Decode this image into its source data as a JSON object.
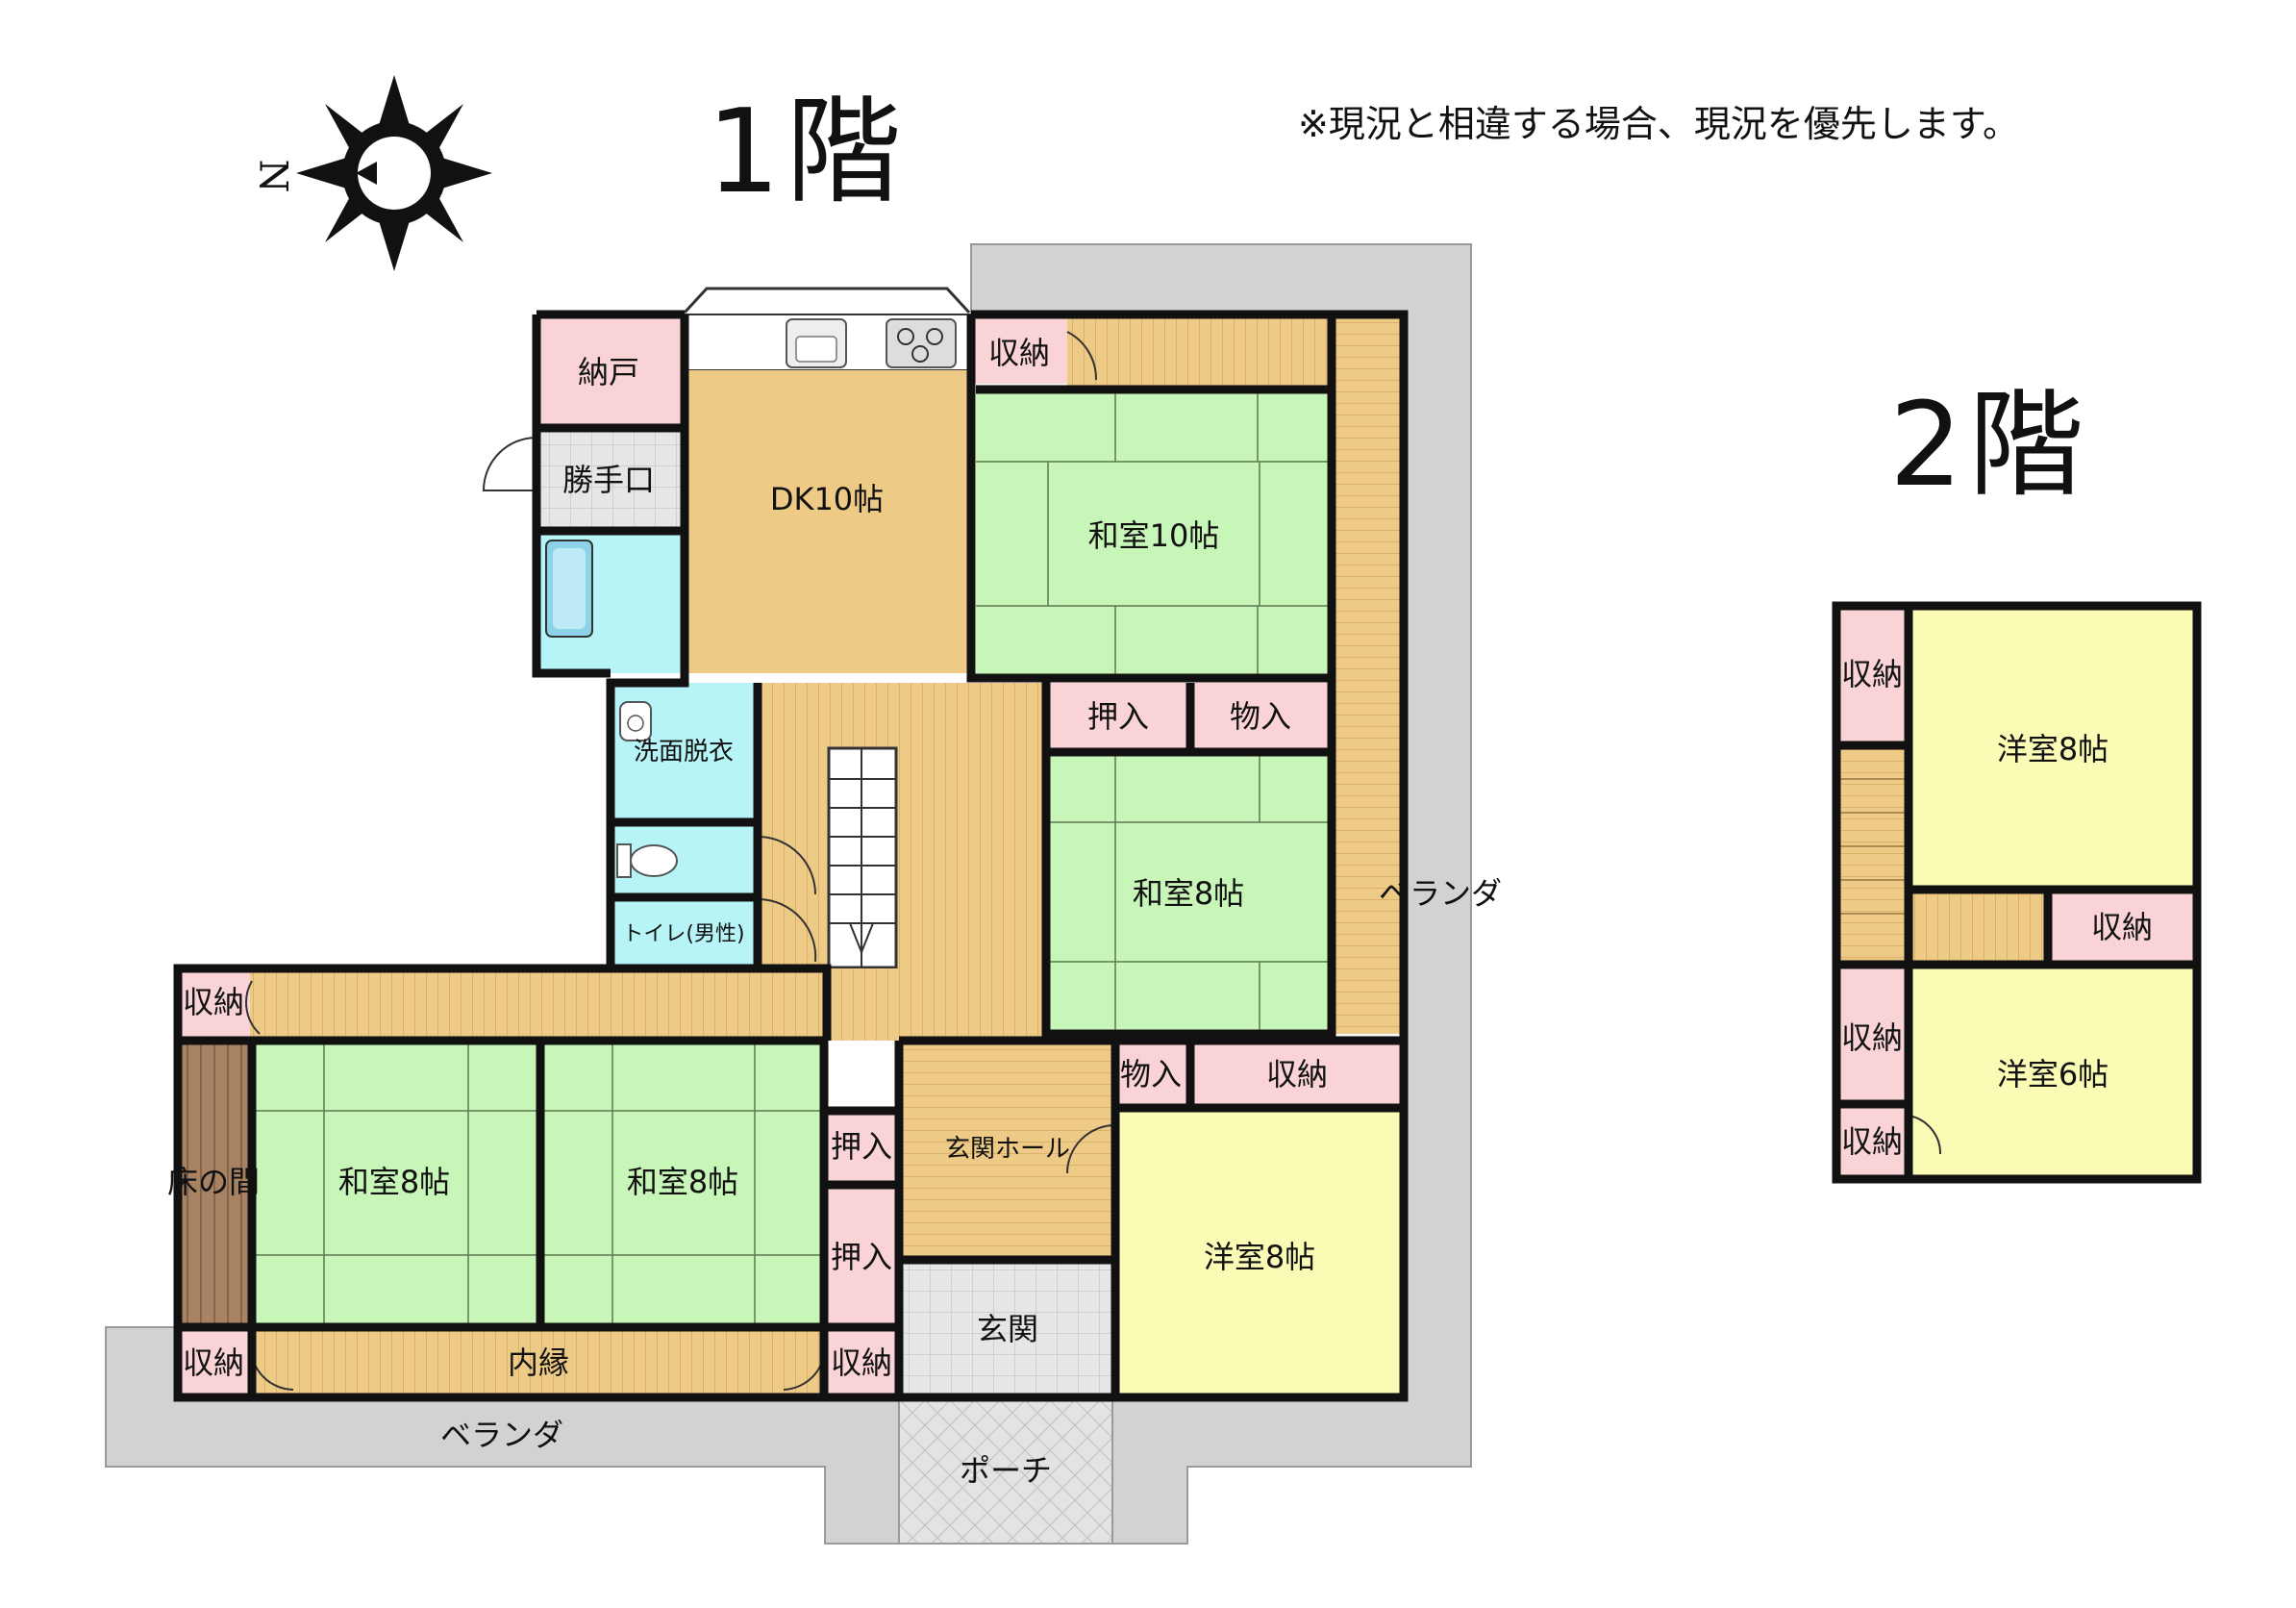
{
  "header": {
    "floor1_title": "1階",
    "floor2_title": "2階",
    "note": "※現況と相違する場合、現況を優先します。",
    "compass_label": "N"
  },
  "colors": {
    "wall": "#111111",
    "japanese_room": "#c8f5b8",
    "western_room": "#fafcb6",
    "storage": "#f9d3d5",
    "wood_floor": "#edca85",
    "water_room": "#b6f4f7",
    "tile": "#e6e6e6",
    "veranda": "#d2d2d2",
    "tokonoma": "#a78363"
  },
  "floor1": {
    "rooms": {
      "nando": "納戸",
      "katteguchi": "勝手口",
      "dk": "DK10帖",
      "storage_top": "収納",
      "washitsu10": "和室10帖",
      "oshiire_mid": "押入",
      "monoire_mid": "物入",
      "senmen": "洗面脱衣",
      "toilet_male": "トイレ(男性)",
      "washitsu8_right": "和室8帖",
      "veranda_east": "ベランダ",
      "storage_left_top": "収納",
      "tokonoma": "床の間",
      "washitsu8_left": "和室8帖",
      "washitsu8_center": "和室8帖",
      "oshiire_a": "押入",
      "oshiire_b": "押入",
      "genkan_hall": "玄関ホール",
      "monoire_small": "物入",
      "storage_right": "収納",
      "yoshitsu8": "洋室8帖",
      "genkan": "玄関",
      "storage_left_bottom": "収納",
      "uchien": "内縁",
      "storage_center_bottom": "収納",
      "veranda_south": "ベランダ",
      "porch": "ポーチ"
    }
  },
  "floor2": {
    "rooms": {
      "storage_a": "収納",
      "yoshitsu8": "洋室8帖",
      "storage_b": "収納",
      "storage_c": "収納",
      "yoshitsu6": "洋室6帖",
      "storage_d": "収納"
    }
  }
}
